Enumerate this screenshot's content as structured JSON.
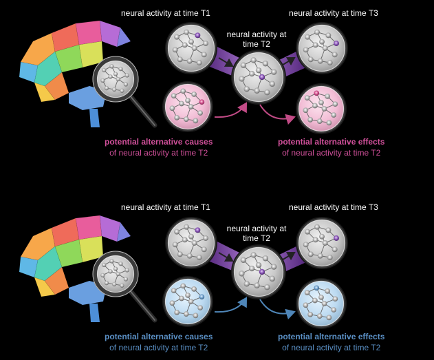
{
  "colors": {
    "purple_accent": "#8a4fb4",
    "pink_accent": "#c24b86",
    "blue_accent": "#4f86b8",
    "pink_caption": "#d0509a",
    "blue_caption": "#5a8fc4"
  },
  "panels": [
    {
      "theme": "pink",
      "t1_label": "neural activity at time T1",
      "t2_label": "neural activity at time T2",
      "t3_label": "neural activity at time T3",
      "causes_title": "potential alternative causes",
      "causes_sub": "of neural activity at time T2",
      "effects_title": "potential alternative effects",
      "effects_sub": "of neural activity at time T2"
    },
    {
      "theme": "blue",
      "t1_label": "neural activity at time T1",
      "t2_label": "neural activity at time T2",
      "t3_label": "neural activity at time T3",
      "causes_title": "potential alternative causes",
      "causes_sub": "of neural activity at time T2",
      "effects_title": "potential alternative effects",
      "effects_sub": "of neural activity at time T2"
    }
  ]
}
